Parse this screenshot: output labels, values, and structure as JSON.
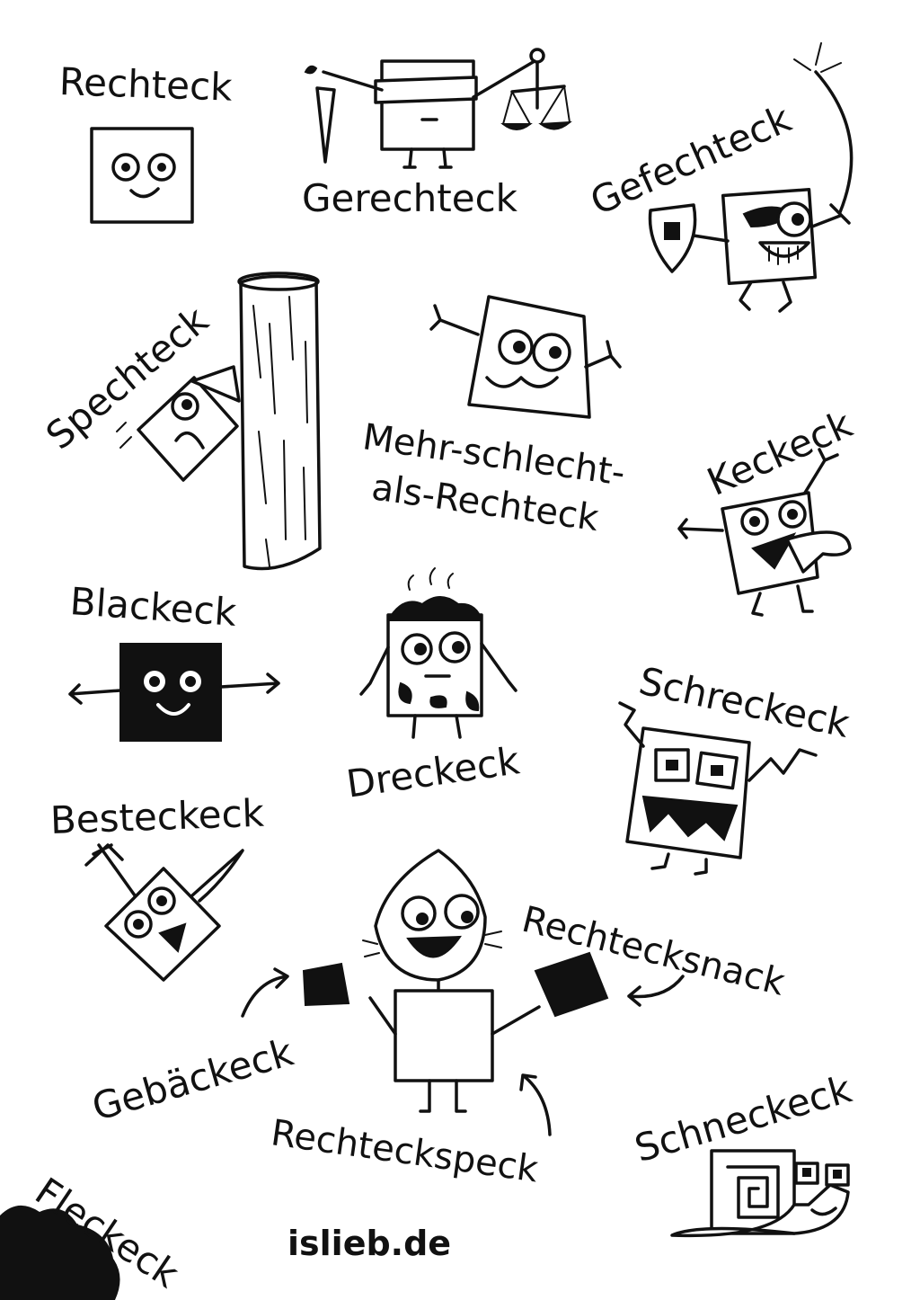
{
  "labels": {
    "rechteck": "Rechteck",
    "gerechteck": "Gerechteck",
    "gefechteck": "Gefechteck",
    "spechteck": "Spechteck",
    "mehr_line1": "Mehr-schlecht-",
    "mehr_line2": "als-Rechteck",
    "keckeck": "Keckeck",
    "blackeck": "Blackeck",
    "dreckeck": "Dreckeck",
    "schreckeck": "Schreckeck",
    "besteckeck": "Besteckeck",
    "rechtecksnack": "Rechtecksnack",
    "gebaeckeck": "Gebäckeck",
    "rechteckspeck": "Rechteckspeck",
    "schneckeck": "Schneckeck",
    "fleckeck": "Fleckeck",
    "credit": "islieb.de"
  },
  "colors": {
    "ink": "#111111",
    "paper": "#ffffff"
  }
}
